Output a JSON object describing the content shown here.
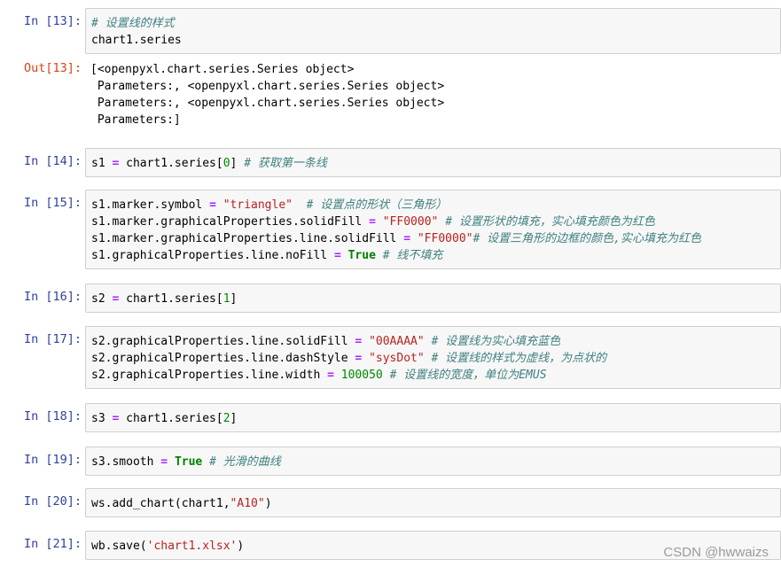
{
  "cells": [
    {
      "prompt": "In  [13]:",
      "lines": [
        [
          {
            "t": "# 设置线的样式",
            "c": "cm"
          }
        ],
        [
          {
            "t": "chart1.series"
          }
        ]
      ]
    },
    {
      "prompt": "Out[13]:",
      "output": true,
      "lines": [
        [
          {
            "t": "[<openpyxl.chart.series.Series object>"
          }
        ],
        [
          {
            "t": " Parameters:, <openpyxl.chart.series.Series object>"
          }
        ],
        [
          {
            "t": " Parameters:, <openpyxl.chart.series.Series object>"
          }
        ],
        [
          {
            "t": " Parameters:]"
          }
        ]
      ]
    },
    {
      "prompt": "In  [14]:",
      "lines": [
        [
          {
            "t": "s1 "
          },
          {
            "t": "=",
            "c": "op"
          },
          {
            "t": " chart1.series["
          },
          {
            "t": "0",
            "c": "n"
          },
          {
            "t": "] "
          },
          {
            "t": "# 获取第一条线",
            "c": "cm"
          }
        ]
      ]
    },
    {
      "prompt": "In  [15]:",
      "lines": [
        [
          {
            "t": "s1.marker.symbol "
          },
          {
            "t": "=",
            "c": "op"
          },
          {
            "t": " "
          },
          {
            "t": "\"triangle\"",
            "c": "s"
          },
          {
            "t": "  "
          },
          {
            "t": "# 设置点的形状（三角形）",
            "c": "cm"
          }
        ],
        [
          {
            "t": "s1.marker.graphicalProperties.solidFill "
          },
          {
            "t": "=",
            "c": "op"
          },
          {
            "t": " "
          },
          {
            "t": "\"FF0000\"",
            "c": "s"
          },
          {
            "t": " "
          },
          {
            "t": "# 设置形状的填充，实心填充颜色为红色",
            "c": "cm"
          }
        ],
        [
          {
            "t": "s1.marker.graphicalProperties.line.solidFill "
          },
          {
            "t": "=",
            "c": "op"
          },
          {
            "t": " "
          },
          {
            "t": "\"FF0000\"",
            "c": "s"
          },
          {
            "t": "# 设置三角形的边框的颜色,实心填充为红色",
            "c": "cm"
          }
        ],
        [
          {
            "t": "s1.graphicalProperties.line.noFill "
          },
          {
            "t": "=",
            "c": "op"
          },
          {
            "t": " "
          },
          {
            "t": "True",
            "c": "k"
          },
          {
            "t": " "
          },
          {
            "t": "# 线不填充",
            "c": "cm"
          }
        ]
      ]
    },
    {
      "prompt": "In  [16]:",
      "lines": [
        [
          {
            "t": "s2 "
          },
          {
            "t": "=",
            "c": "op"
          },
          {
            "t": " chart1.series["
          },
          {
            "t": "1",
            "c": "n"
          },
          {
            "t": "]"
          }
        ]
      ]
    },
    {
      "prompt": "In  [17]:",
      "lines": [
        [
          {
            "t": "s2.graphicalProperties.line.solidFill "
          },
          {
            "t": "=",
            "c": "op"
          },
          {
            "t": " "
          },
          {
            "t": "\"00AAAA\"",
            "c": "s"
          },
          {
            "t": " "
          },
          {
            "t": "# 设置线为实心填充蓝色",
            "c": "cm"
          }
        ],
        [
          {
            "t": "s2.graphicalProperties.line.dashStyle "
          },
          {
            "t": "=",
            "c": "op"
          },
          {
            "t": " "
          },
          {
            "t": "\"sysDot\"",
            "c": "s"
          },
          {
            "t": " "
          },
          {
            "t": "# 设置线的样式为虚线，为点状的",
            "c": "cm"
          }
        ],
        [
          {
            "t": "s2.graphicalProperties.line.width "
          },
          {
            "t": "=",
            "c": "op"
          },
          {
            "t": " "
          },
          {
            "t": "100050",
            "c": "n"
          },
          {
            "t": " "
          },
          {
            "t": "# 设置线的宽度，单位为EMUS",
            "c": "cm"
          }
        ]
      ]
    },
    {
      "prompt": "In  [18]:",
      "lines": [
        [
          {
            "t": "s3 "
          },
          {
            "t": "=",
            "c": "op"
          },
          {
            "t": " chart1.series["
          },
          {
            "t": "2",
            "c": "n"
          },
          {
            "t": "]"
          }
        ]
      ]
    },
    {
      "prompt": "In  [19]:",
      "lines": [
        [
          {
            "t": "s3.smooth "
          },
          {
            "t": "=",
            "c": "op"
          },
          {
            "t": " "
          },
          {
            "t": "True",
            "c": "k"
          },
          {
            "t": " "
          },
          {
            "t": "# 光滑的曲线",
            "c": "cm"
          }
        ]
      ]
    },
    {
      "prompt": "In  [20]:",
      "lines": [
        [
          {
            "t": "ws.add_chart(chart1,"
          },
          {
            "t": "\"A10\"",
            "c": "s"
          },
          {
            "t": ")"
          }
        ]
      ]
    },
    {
      "prompt": "In  [21]:",
      "lines": [
        [
          {
            "t": "wb.save("
          },
          {
            "t": "'chart1.xlsx'",
            "c": "s"
          },
          {
            "t": ")"
          }
        ]
      ]
    }
  ],
  "watermark": "CSDN @hwwaizs"
}
